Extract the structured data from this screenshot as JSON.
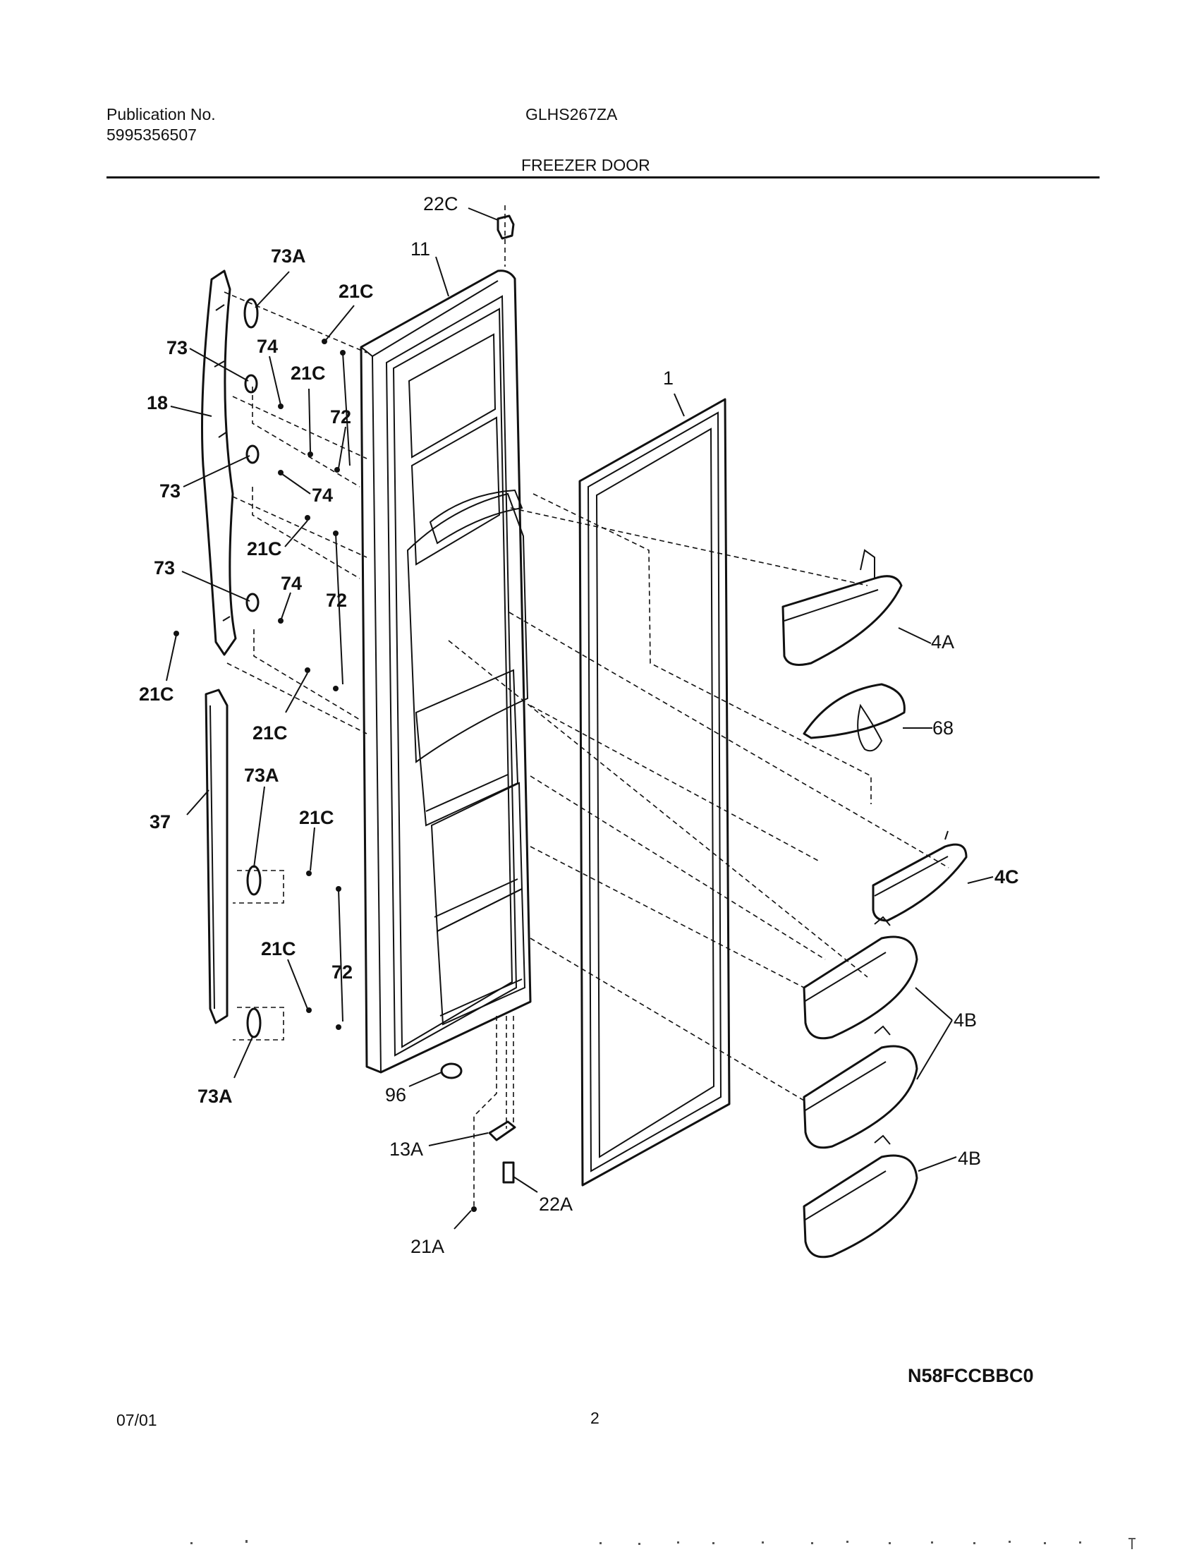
{
  "header": {
    "publication_label": "Publication No.",
    "publication_number": "5995356507",
    "model": "GLHS267ZA",
    "section_title": "FREEZER DOOR"
  },
  "callouts": {
    "c22C": "22C",
    "c11": "11",
    "c73A_top": "73A",
    "c21C_1": "21C",
    "c73_1": "73",
    "c74_1": "74",
    "c21C_2": "21C",
    "c18": "18",
    "c72_1": "72",
    "c1": "1",
    "c73_2": "73",
    "c74_2": "74",
    "c21C_3": "21C",
    "c73_3": "73",
    "c74_3": "74",
    "c72_2": "72",
    "c4A": "4A",
    "c21C_left": "21C",
    "c21C_4": "21C",
    "c68": "68",
    "c73A_mid": "73A",
    "c21C_5": "21C",
    "c37": "37",
    "c4C": "4C",
    "c21C_6": "21C",
    "c72_3": "72",
    "c4B_1": "4B",
    "c96": "96",
    "c73A_bot": "73A",
    "c13A": "13A",
    "c4B_2": "4B",
    "c22A": "22A",
    "c21A": "21A"
  },
  "footer": {
    "diagram_code": "N58FCCBBC0",
    "date": "07/01",
    "page_number": "2"
  }
}
